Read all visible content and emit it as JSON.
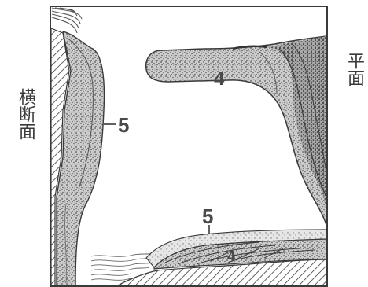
{
  "labels": {
    "cross_section": "横断面",
    "plan": "平面"
  },
  "markers": {
    "top_sand": "4",
    "left_layer": "5",
    "bottom_layer": "5",
    "bottom_sand": "4"
  },
  "colors": {
    "ink": "#3a3a3a",
    "stipple": "#6b6b6b",
    "background": "#ffffff"
  }
}
